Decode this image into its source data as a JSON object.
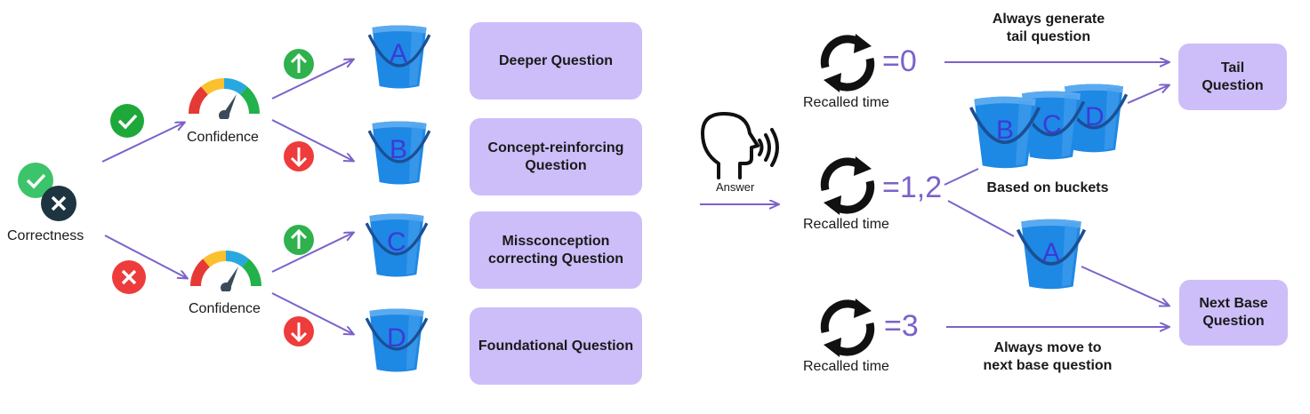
{
  "left": {
    "correctness_label": "Correctness",
    "confidence_top_label": "Confidence",
    "confidence_bottom_label": "Confidence"
  },
  "buckets": {
    "a": "A",
    "b": "B",
    "c": "C",
    "d": "D"
  },
  "questions": {
    "deeper": "Deeper Question",
    "concept_line1": "Concept-reinforcing",
    "concept_line2": "Question",
    "miss_line1": "Missconception",
    "miss_line2": "correcting Question",
    "foundational": "Foundational Question"
  },
  "middle": {
    "answer_label": "Answer"
  },
  "right": {
    "recall_0": "=0",
    "recall_12": "=1,2",
    "recall_3": "=3",
    "recalled_time_1": "Recalled time",
    "recalled_time_2": "Recalled time",
    "recalled_time_3": "Recalled time",
    "always_gen_line1": "Always generate",
    "always_gen_line2": "tail question",
    "based_on_buckets": "Based on buckets",
    "always_move_line1": "Always move to",
    "always_move_line2": "next base question",
    "tail_line1": "Tail",
    "tail_line2": "Question",
    "next_line1": "Next Base",
    "next_line2": "Question"
  },
  "colors": {
    "arrow": "#7b62c9",
    "box": "#cdbef9",
    "bucket": "#1e88e5",
    "bucket_letter": "#3b3bd6",
    "green": "#22b14c",
    "red": "#ee3b3b"
  }
}
